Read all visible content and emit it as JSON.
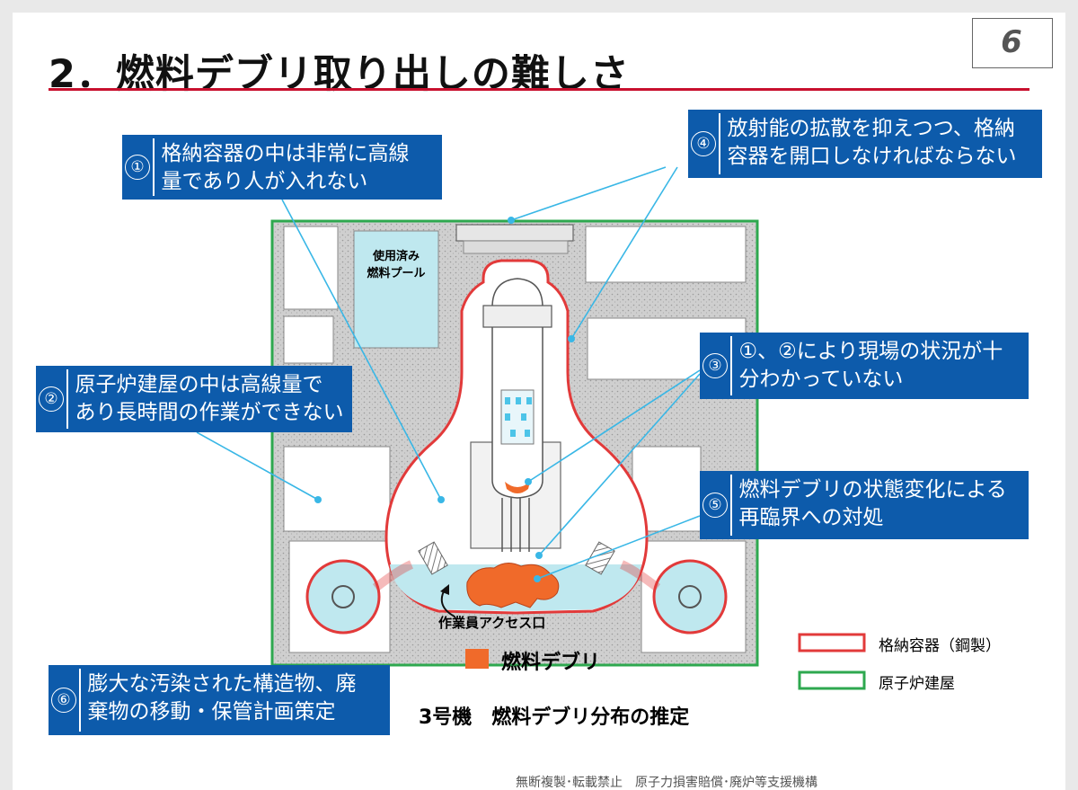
{
  "page_number": "6",
  "title": "2．燃料デブリ取り出しの難しさ",
  "callouts": [
    {
      "num": "①",
      "text": "格納容器の中は非常に高線\n量であり人が入れない"
    },
    {
      "num": "②",
      "text": "原子炉建屋の中は高線量で\nあり長時間の作業ができない"
    },
    {
      "num": "③",
      "text": "①、②により現場の状況が十\n分わかっていない"
    },
    {
      "num": "④",
      "text": "放射能の拡散を抑えつつ、格納\n容器を開口しなければならない"
    },
    {
      "num": "⑤",
      "text": "燃料デブリの状態変化による\n再臨界への対処"
    },
    {
      "num": "⑥",
      "text": "膨大な汚染された構造物、廃\n棄物の移動・保管計画策定"
    }
  ],
  "diagram_labels": {
    "spent_fuel_pool": "使用済み\n燃料プール",
    "worker_access": "作業員アクセス口",
    "fuel_debris": "燃料デブリ"
  },
  "legend": {
    "containment": "格納容器（鋼製）",
    "reactor_building": "原子炉建屋"
  },
  "caption": "3号機　燃料デブリ分布の推定",
  "footer": "無断複製･転載禁止　原子力損害賠償･廃炉等支援機構",
  "colors": {
    "title_rule": "#c8102e",
    "callout_bg": "#0d5bab",
    "containment": "#e23a3a",
    "reactor_building": "#2ea84f",
    "debris": "#f06a2a",
    "water": "#bfe8ef",
    "leader_line": "#39b7e6"
  }
}
